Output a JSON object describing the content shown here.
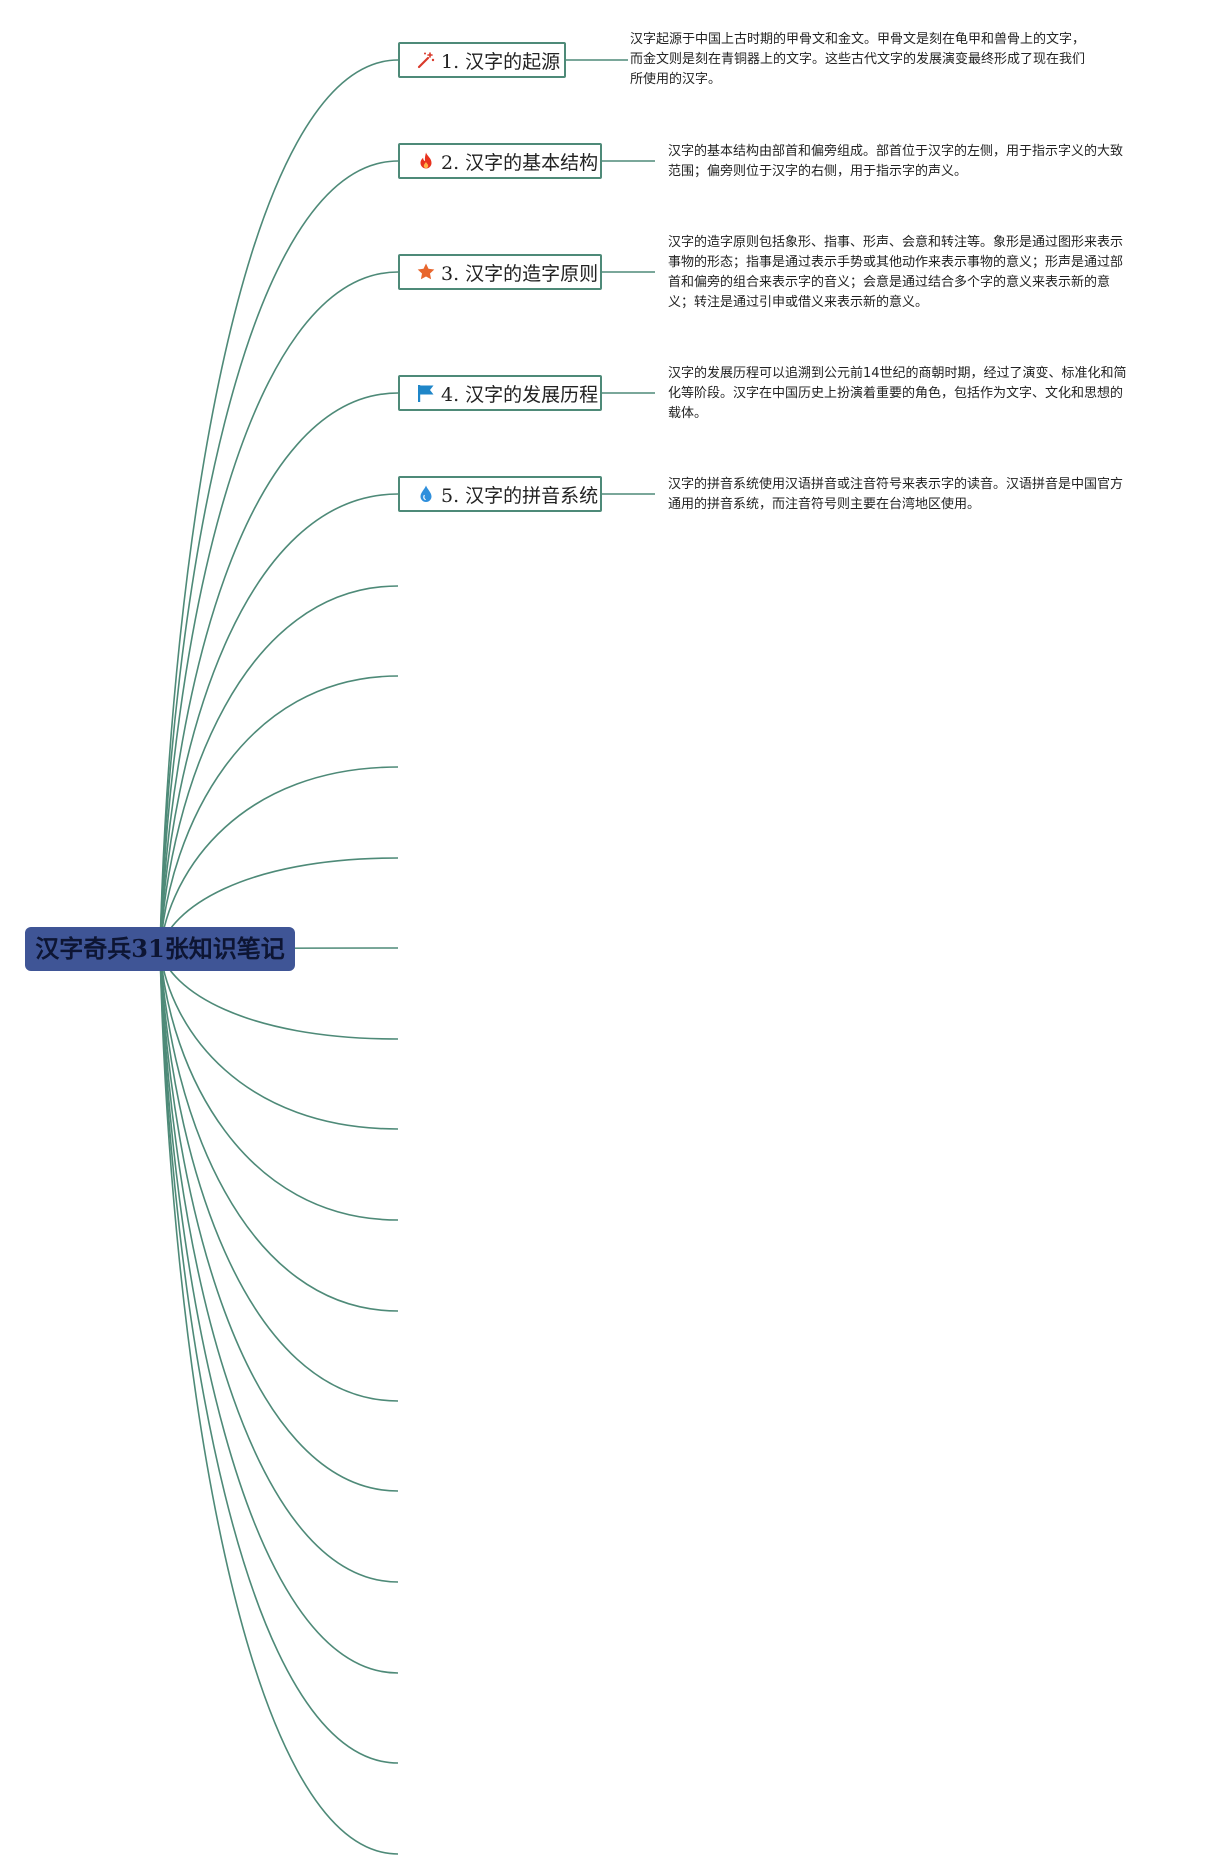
{
  "colors": {
    "connector": "#4e8a78",
    "root_background": "#3f5596",
    "root_text": "#0d1533",
    "topic_border": "#4e8a78"
  },
  "root": {
    "label": "汉字奇兵31张知识笔记"
  },
  "topics": [
    {
      "label": "1. 汉字的起源",
      "icon": "magic-wand-icon",
      "icon_color": "#d93a2b",
      "note_lines": [
        "汉字起源于中国上古时期的甲骨文和金文。甲骨文是刻在龟甲和兽骨上的文字，",
        "而金文则是刻在青铜器上的文字。这些古代文字的发展演变最终形成了现在我们",
        "所使用的汉字。"
      ]
    },
    {
      "label": "2. 汉字的基本结构",
      "icon": "fire-icon",
      "icon_color": "#e8321e",
      "note_lines": [
        "汉字的基本结构由部首和偏旁组成。部首位于汉字的左侧，用于指示字义的大致",
        "范围；偏旁则位于汉字的右侧，用于指示字的声义。"
      ]
    },
    {
      "label": "3. 汉字的造字原则",
      "icon": "star-icon",
      "icon_color": "#e8662d",
      "note_lines": [
        "汉字的造字原则包括象形、指事、形声、会意和转注等。象形是通过图形来表示",
        "事物的形态；指事是通过表示手势或其他动作来表示事物的意义；形声是通过部",
        "首和偏旁的组合来表示字的音义；会意是通过结合多个字的意义来表示新的意",
        "义；转注是通过引申或借义来表示新的意义。"
      ]
    },
    {
      "label": "4. 汉字的发展历程",
      "icon": "flag-icon",
      "icon_color": "#1f86c8",
      "note_lines": [
        "汉字的发展历程可以追溯到公元前14世纪的商朝时期，经过了演变、标准化和简",
        "化等阶段。汉字在中国历史上扮演着重要的角色，包括作为文字、文化和思想的",
        "载体。"
      ]
    },
    {
      "label": "5. 汉字的拼音系统",
      "icon": "water-drop-icon",
      "icon_color": "#2f8fdc",
      "note_lines": [
        "汉字的拼音系统使用汉语拼音或注音符号来表示字的读音。汉语拼音是中国官方",
        "通用的拼音系统，而注音符号则主要在台湾地区使用。"
      ]
    }
  ]
}
